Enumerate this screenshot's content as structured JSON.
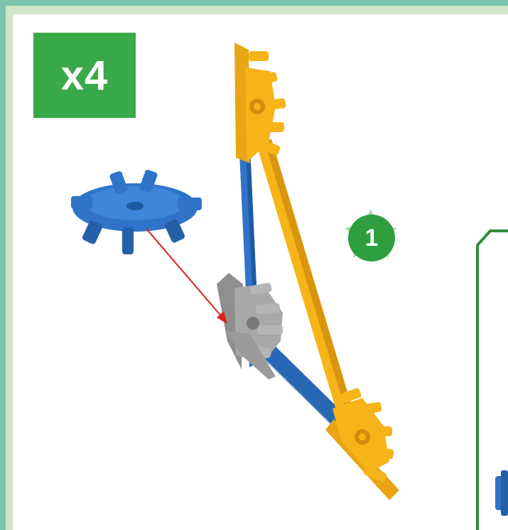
{
  "quantity": {
    "label": "x4"
  },
  "step": {
    "number": "1"
  },
  "colors": {
    "badge_green": "#3aa949",
    "step_green": "#2e9e3f",
    "step_star": "#a6d8a8",
    "panel_border": "#2f8a3a",
    "rod_blue": "#2f74c8",
    "rod_yellow": "#f6b419",
    "connector_blue": "#2f74c8",
    "connector_grey": "#9a9a9a",
    "connector_yellow": "#f6b419",
    "arrow_red": "#e02020"
  },
  "parts": {
    "loose_connector": "blue-8-way-connector-icon",
    "target_connector": "grey-half-connector-icon",
    "top_connector": "yellow-half-connector-icon",
    "bottom_connector": "yellow-half-connector-icon",
    "vertical_rod": "blue-rod",
    "diagonal_rod": "yellow-rod",
    "horizontal_rod": "blue-rod"
  }
}
